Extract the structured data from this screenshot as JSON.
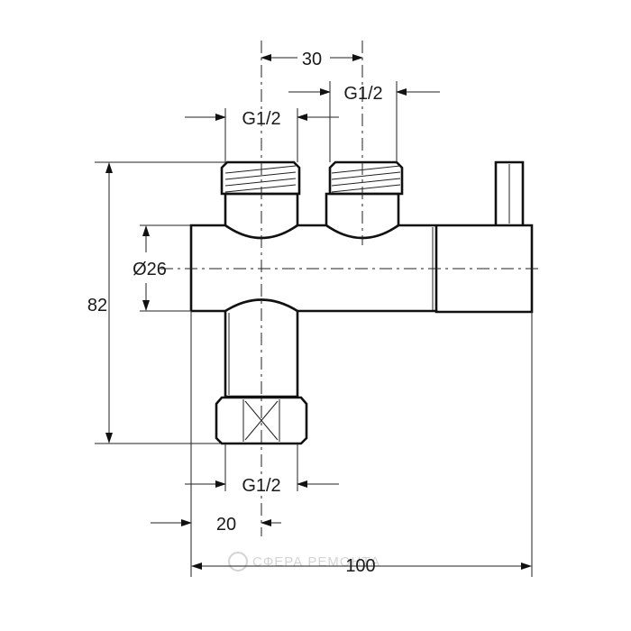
{
  "drawing": {
    "dimensions": {
      "top_spacing": "30",
      "top_thread_right": "G1/2",
      "top_thread_left": "G1/2",
      "body_diameter": "Ø26",
      "overall_height": "82",
      "bottom_thread": "G1/2",
      "bottom_offset": "20",
      "overall_length": "100"
    },
    "watermark": "СФЕРА РЕМОНТА",
    "colors": {
      "line": "#111111",
      "watermark": "#d4d4d4"
    }
  }
}
